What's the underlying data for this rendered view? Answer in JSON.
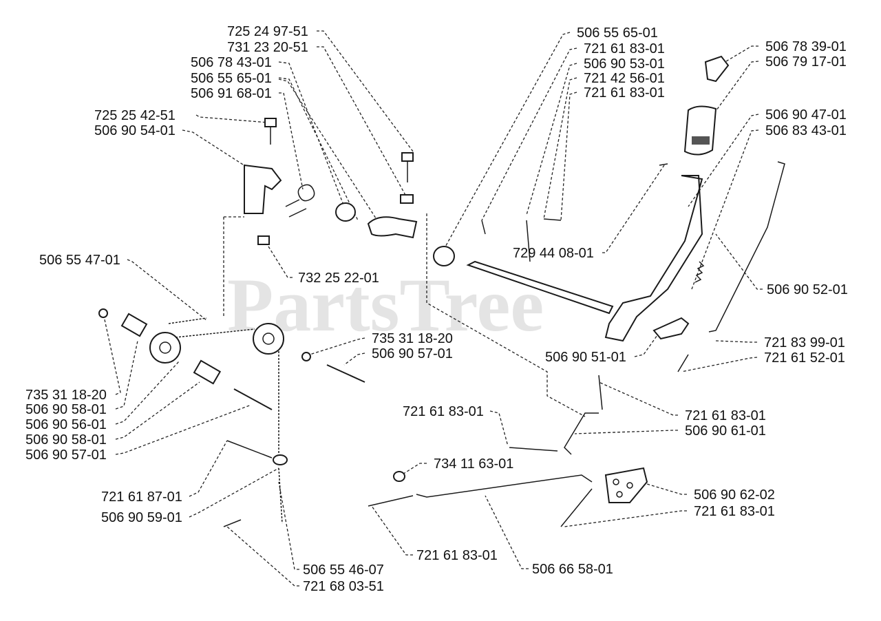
{
  "watermark": "PartsTree",
  "labels": [
    "725 24 97-51",
    "731 23 20-51",
    "506 78 43-01",
    "506 55 65-01",
    "506 91 68-01",
    "725 25 42-51",
    "506 90 54-01",
    "506 55 65-01",
    "721 61 83-01",
    "506 90 53-01",
    "721 42 56-01",
    "721 61 83-01",
    "506 78 39-01",
    "506 79 17-01",
    "506 90 47-01",
    "506 83 43-01",
    "729 44 08-01",
    "732 25 22-01",
    "506 55 47-01",
    "506 90 52-01",
    "735 31 18-20",
    "506 90 57-01",
    "506 90 51-01",
    "721 83 99-01",
    "721 61 52-01",
    "735 31 18-20",
    "506 90 58-01",
    "506 90 56-01",
    "506 90 58-01",
    "506 90 57-01",
    "721 61 83-01",
    "721 61 83-01",
    "506 90 61-01",
    "734 11 63-01",
    "721 61 87-01",
    "506 90 59-01",
    "506 90 62-02",
    "721 61 83-01",
    "721 61 83-01",
    "506 66 58-01",
    "506 55 46-07",
    "721 68 03-51"
  ]
}
